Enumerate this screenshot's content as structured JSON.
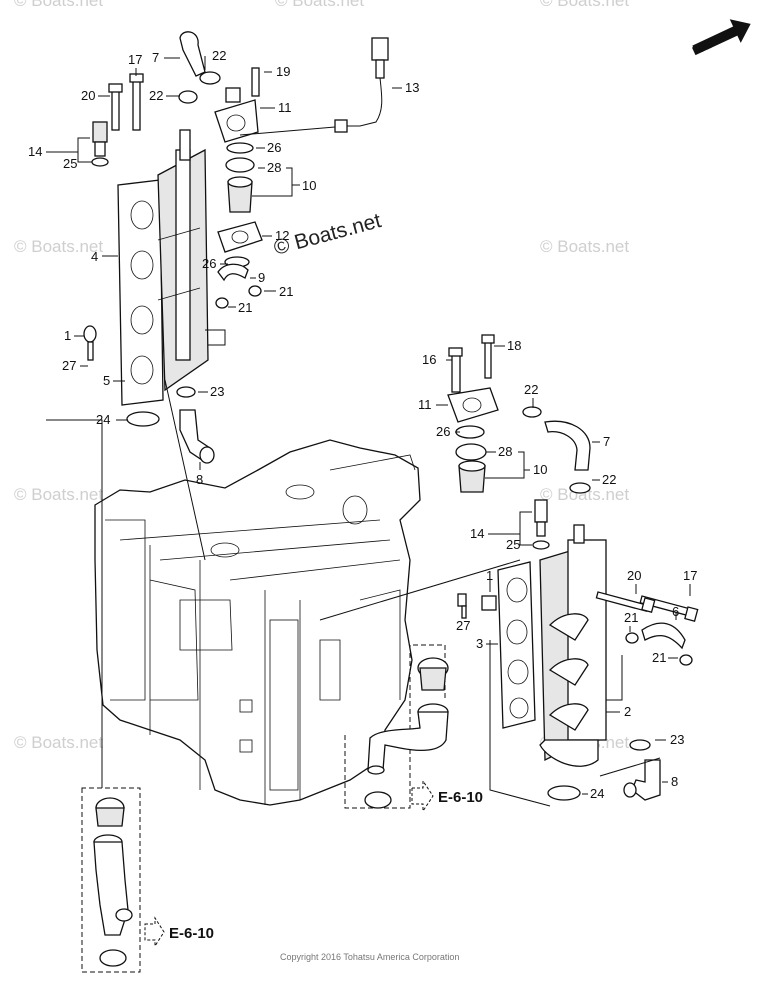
{
  "orientation": {
    "label": "FR."
  },
  "watermark": {
    "main": "© Boats.net",
    "faint": "© Boats.net"
  },
  "copyright": "Copyright 2016 Tohatsu America Corporation",
  "references": {
    "left": "E-6-10",
    "center": "E-6-10"
  },
  "callouts_left": [
    {
      "id": "c7a",
      "text": "7"
    },
    {
      "id": "c22a",
      "text": "22"
    },
    {
      "id": "c17a",
      "text": "17"
    },
    {
      "id": "c19a",
      "text": "19"
    },
    {
      "id": "c20a",
      "text": "20"
    },
    {
      "id": "c22b",
      "text": "22"
    },
    {
      "id": "c11a",
      "text": "11"
    },
    {
      "id": "c13",
      "text": "13"
    },
    {
      "id": "c14a",
      "text": "14"
    },
    {
      "id": "c25a",
      "text": "25"
    },
    {
      "id": "c26a",
      "text": "26"
    },
    {
      "id": "c28a",
      "text": "28"
    },
    {
      "id": "c10a",
      "text": "10"
    },
    {
      "id": "c4",
      "text": "4"
    },
    {
      "id": "c12",
      "text": "12"
    },
    {
      "id": "c26b",
      "text": "26"
    },
    {
      "id": "c9",
      "text": "9"
    },
    {
      "id": "c21a",
      "text": "21"
    },
    {
      "id": "c21b",
      "text": "21"
    },
    {
      "id": "c1a",
      "text": "1"
    },
    {
      "id": "c27a",
      "text": "27"
    },
    {
      "id": "c5",
      "text": "5"
    },
    {
      "id": "c23a",
      "text": "23"
    },
    {
      "id": "c24a",
      "text": "24"
    },
    {
      "id": "c8a",
      "text": "8"
    }
  ],
  "callouts_right": [
    {
      "id": "c16",
      "text": "16"
    },
    {
      "id": "c18",
      "text": "18"
    },
    {
      "id": "c22c",
      "text": "22"
    },
    {
      "id": "c11b",
      "text": "11"
    },
    {
      "id": "c7b",
      "text": "7"
    },
    {
      "id": "c26c",
      "text": "26"
    },
    {
      "id": "c28b",
      "text": "28"
    },
    {
      "id": "c10b",
      "text": "10"
    },
    {
      "id": "c22d",
      "text": "22"
    },
    {
      "id": "c14b",
      "text": "14"
    },
    {
      "id": "c25b",
      "text": "25"
    },
    {
      "id": "c1b",
      "text": "1"
    },
    {
      "id": "c20b",
      "text": "20"
    },
    {
      "id": "c17b",
      "text": "17"
    },
    {
      "id": "c21c",
      "text": "21"
    },
    {
      "id": "c6",
      "text": "6"
    },
    {
      "id": "c27b",
      "text": "27"
    },
    {
      "id": "c3",
      "text": "3"
    },
    {
      "id": "c21d",
      "text": "21"
    },
    {
      "id": "c2",
      "text": "2"
    },
    {
      "id": "c23b",
      "text": "23"
    },
    {
      "id": "c8b",
      "text": "8"
    },
    {
      "id": "c24b",
      "text": "24"
    }
  ]
}
